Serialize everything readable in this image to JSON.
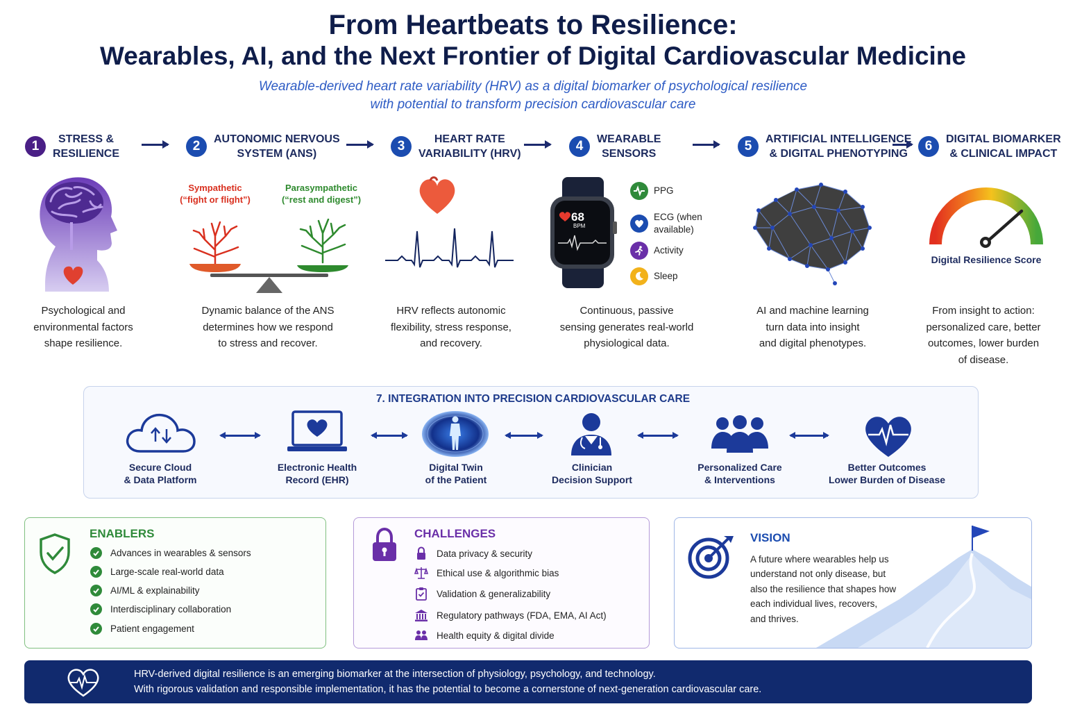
{
  "header": {
    "title_line1": "From Heartbeats to Resilience:",
    "title_line2": "Wearables, AI, and the Next Frontier of Digital Cardiovascular Medicine",
    "subtitle_line1": "Wearable-derived heart rate variability (HRV) as a digital biomarker of psychological resilience",
    "subtitle_line2": "with potential to transform precision cardiovascular care"
  },
  "steps": [
    {
      "num": "1",
      "title_line1": "STRESS &",
      "title_line2": "RESILIENCE",
      "desc": [
        "Psychological and",
        "environmental factors",
        "shape resilience."
      ],
      "color": "#4a1f86"
    },
    {
      "num": "2",
      "title_line1": "AUTONOMIC NERVOUS",
      "title_line2": "SYSTEM (ANS)",
      "desc": [
        "Dynamic balance of the ANS",
        "determines how we respond",
        "to stress and recover."
      ],
      "color": "#1b4cb0"
    },
    {
      "num": "3",
      "title_line1": "HEART RATE",
      "title_line2": "VARIABILITY (HRV)",
      "desc": [
        "HRV reflects autonomic",
        "flexibility, stress response,",
        "and recovery."
      ],
      "color": "#1b4cb0"
    },
    {
      "num": "4",
      "title_line1": "WEARABLE",
      "title_line2": "SENSORS",
      "desc": [
        "Continuous, passive",
        "sensing generates real-world",
        "physiological data."
      ],
      "color": "#1b4cb0"
    },
    {
      "num": "5",
      "title_line1": "ARTIFICIAL INTELLIGENCE",
      "title_line2": "& DIGITAL PHENOTYPING",
      "desc": [
        "AI and machine learning",
        "turn data into insight",
        "and digital phenotypes."
      ],
      "color": "#1b4cb0"
    },
    {
      "num": "6",
      "title_line1": "DIGITAL BIOMARKER",
      "title_line2": "& CLINICAL IMPACT",
      "desc": [
        "From insight to action:",
        "personalized care, better",
        "outcomes, lower burden",
        "of disease."
      ],
      "color": "#1b4cb0"
    }
  ],
  "ans": {
    "sympathetic": "Sympathetic",
    "sympathetic_sub": "(“fight or flight”)",
    "parasympathetic": "Parasympathetic",
    "parasympathetic_sub": "(“rest and digest”)",
    "sympathetic_color": "#d9301f",
    "parasympathetic_color": "#2e8a2e"
  },
  "watch": {
    "bpm_value": "68",
    "bpm_unit": "BPM"
  },
  "sensors": [
    {
      "label_line1": "PPG",
      "label_line2": "",
      "icon": "pulse-icon",
      "color": "#2f8a3a"
    },
    {
      "label_line1": "ECG (when",
      "label_line2": "available)",
      "icon": "heart-icon",
      "color": "#1b4cb0"
    },
    {
      "label_line1": "Activity",
      "label_line2": "",
      "icon": "runner-icon",
      "color": "#6a2fa8"
    },
    {
      "label_line1": "Sleep",
      "label_line2": "",
      "icon": "moon-icon",
      "color": "#f2b21b"
    }
  ],
  "gauge": {
    "label": "Digital Resilience Score"
  },
  "integration": {
    "title": "7. INTEGRATION INTO PRECISION CARDIOVASCULAR CARE",
    "items": [
      {
        "line1": "Secure Cloud",
        "line2": "& Data Platform",
        "icon": "cloud-icon"
      },
      {
        "line1": "Electronic Health",
        "line2": "Record (EHR)",
        "icon": "laptop-heart-icon"
      },
      {
        "line1": "Digital Twin",
        "line2": "of the Patient",
        "icon": "digital-twin-icon"
      },
      {
        "line1": "Clinician",
        "line2": "Decision Support",
        "icon": "doctor-icon"
      },
      {
        "line1": "Personalized Care",
        "line2": "& Interventions",
        "icon": "people-icon"
      },
      {
        "line1": "Better Outcomes",
        "line2": "Lower Burden of Disease",
        "icon": "heart-pulse-icon"
      }
    ]
  },
  "enablers": {
    "title": "ENABLERS",
    "items": [
      "Advances in wearables & sensors",
      "Large-scale real-world data",
      "AI/ML & explainability",
      "Interdisciplinary collaboration",
      "Patient engagement"
    ],
    "color": "#2f8a3a"
  },
  "challenges": {
    "title": "CHALLENGES",
    "items": [
      {
        "text": "Data privacy & security",
        "icon": "lock-icon"
      },
      {
        "text": "Ethical use & algorithmic bias",
        "icon": "scales-icon"
      },
      {
        "text": "Validation & generalizability",
        "icon": "clipboard-check-icon"
      },
      {
        "text": "Regulatory pathways (FDA, EMA, AI Act)",
        "icon": "institution-icon"
      },
      {
        "text": "Health equity & digital divide",
        "icon": "people-icon"
      }
    ],
    "color": "#6a2fa8"
  },
  "vision": {
    "title": "VISION",
    "lines": [
      "A future where wearables help us",
      "understand not only disease, but",
      "also the resilience that shapes how",
      "each individual lives, recovers,",
      "and thrives."
    ],
    "color": "#1b4cb0"
  },
  "footer": {
    "line1": "HRV-derived digital resilience is an emerging biomarker at the intersection of physiology, psychology, and technology.",
    "line2": "With rigorous validation and responsible implementation, it has the potential to become a cornerstone of next-generation cardiovascular care."
  }
}
